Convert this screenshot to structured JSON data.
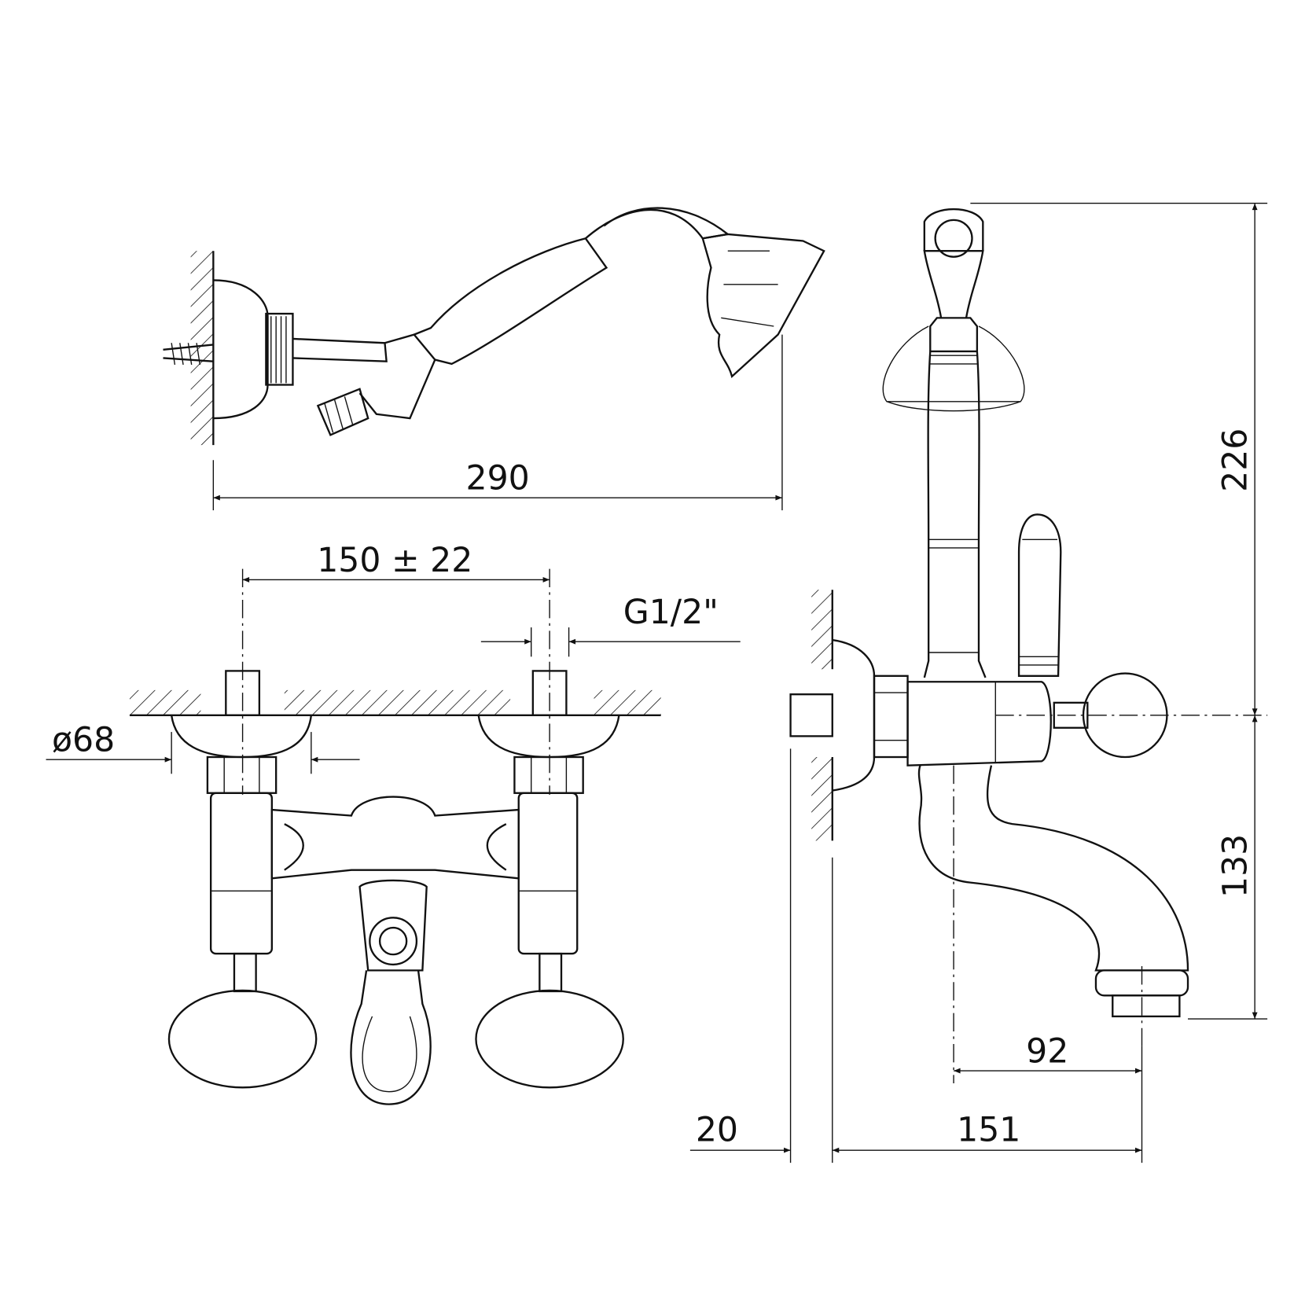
{
  "drawing": {
    "colors": {
      "line": "#111111",
      "background": "#ffffff"
    },
    "dimensions": {
      "hand_shower_length": "290",
      "inlet_spacing": "150 ± 22",
      "thread": "G1/2\"",
      "escutcheon_diameter": "ø68",
      "height_above_axis": "226",
      "height_below_axis": "133",
      "spout_reach_axis": "92",
      "wall_projection": "151",
      "escutcheon_depth": "20"
    }
  }
}
